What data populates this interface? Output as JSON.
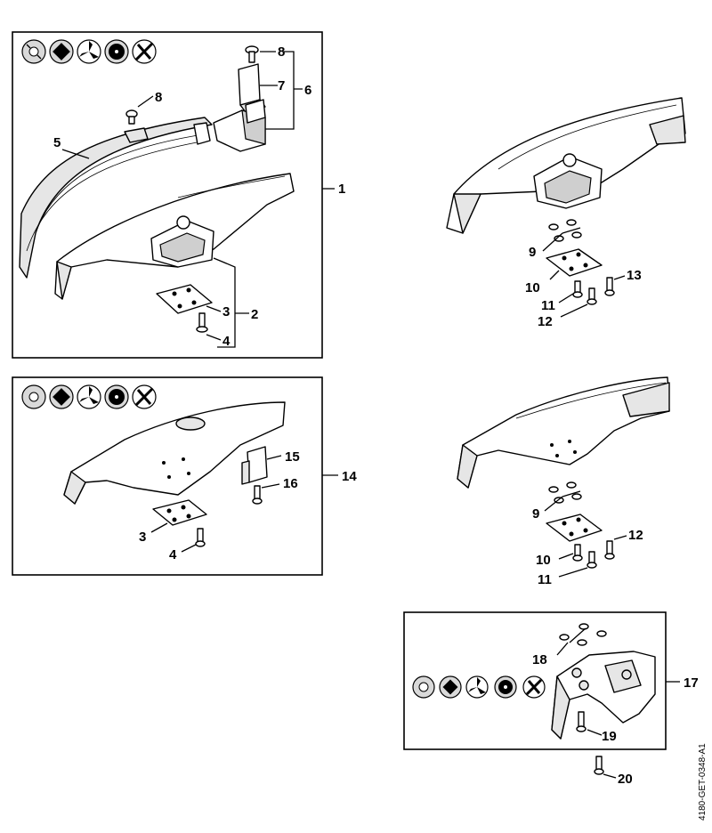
{
  "panels": {
    "top_left": {
      "callouts": [
        "1",
        "2",
        "3",
        "4",
        "5",
        "6",
        "7",
        "8",
        "8"
      ]
    },
    "top_right": {
      "callouts": [
        "9",
        "10",
        "11",
        "12",
        "13"
      ]
    },
    "middle_left": {
      "callouts": [
        "14",
        "15",
        "16",
        "3",
        "4"
      ]
    },
    "middle_right": {
      "callouts": [
        "9",
        "10",
        "11",
        "12"
      ]
    },
    "bottom_right": {
      "callouts": [
        "17",
        "18",
        "19"
      ]
    },
    "bottom_loose": {
      "callouts": [
        "20"
      ]
    }
  },
  "tool_icons": [
    "disc-icon",
    "square-blade-icon",
    "tri-blade-icon",
    "saw-blade-icon",
    "brush-knife-icon"
  ],
  "reference_code": "4180-GET-0348-A1"
}
